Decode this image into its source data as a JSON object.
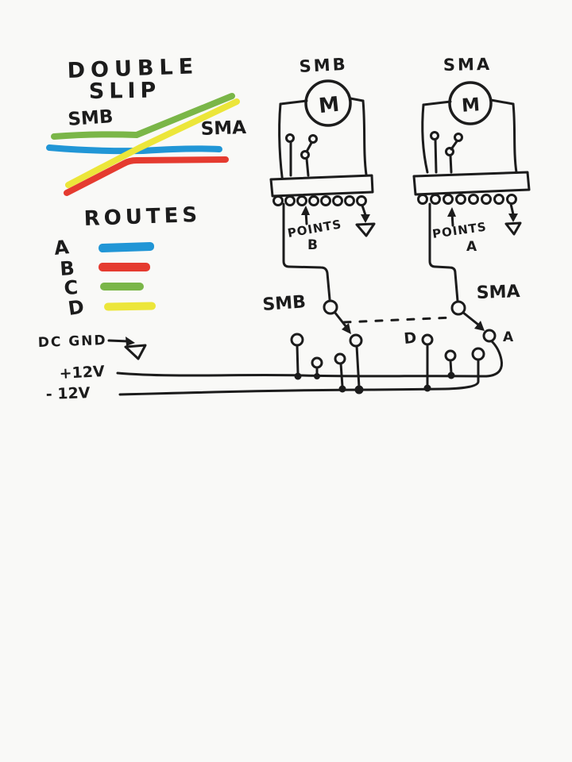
{
  "colors": {
    "ink": "#1c1c1c",
    "paper": "#f9f9f7"
  },
  "double_slip": {
    "title_line1": "DOUBLE",
    "title_line2": "SLIP",
    "left_label": "SMB",
    "right_label": "SMA"
  },
  "legend": {
    "heading": "ROUTES",
    "items": [
      {
        "label": "A",
        "color": "#2196d6"
      },
      {
        "label": "B",
        "color": "#e53b30"
      },
      {
        "label": "C",
        "color": "#7ab648"
      },
      {
        "label": "D",
        "color": "#ece63a"
      }
    ]
  },
  "units": [
    {
      "label": "SMB",
      "motor_letter": "M",
      "points_word": "POINTS",
      "points_route": "B"
    },
    {
      "label": "SMA",
      "motor_letter": "M",
      "points_word": "POINTS",
      "points_route": "A"
    }
  ],
  "switches": [
    {
      "label": "SMB"
    },
    {
      "label": "SMA"
    }
  ],
  "bus": {
    "d_terminal_label": "D",
    "a_contact_label": "A"
  },
  "power": {
    "gnd_label": "DC GND",
    "plus_label": "+12V",
    "minus_label": "- 12V"
  }
}
